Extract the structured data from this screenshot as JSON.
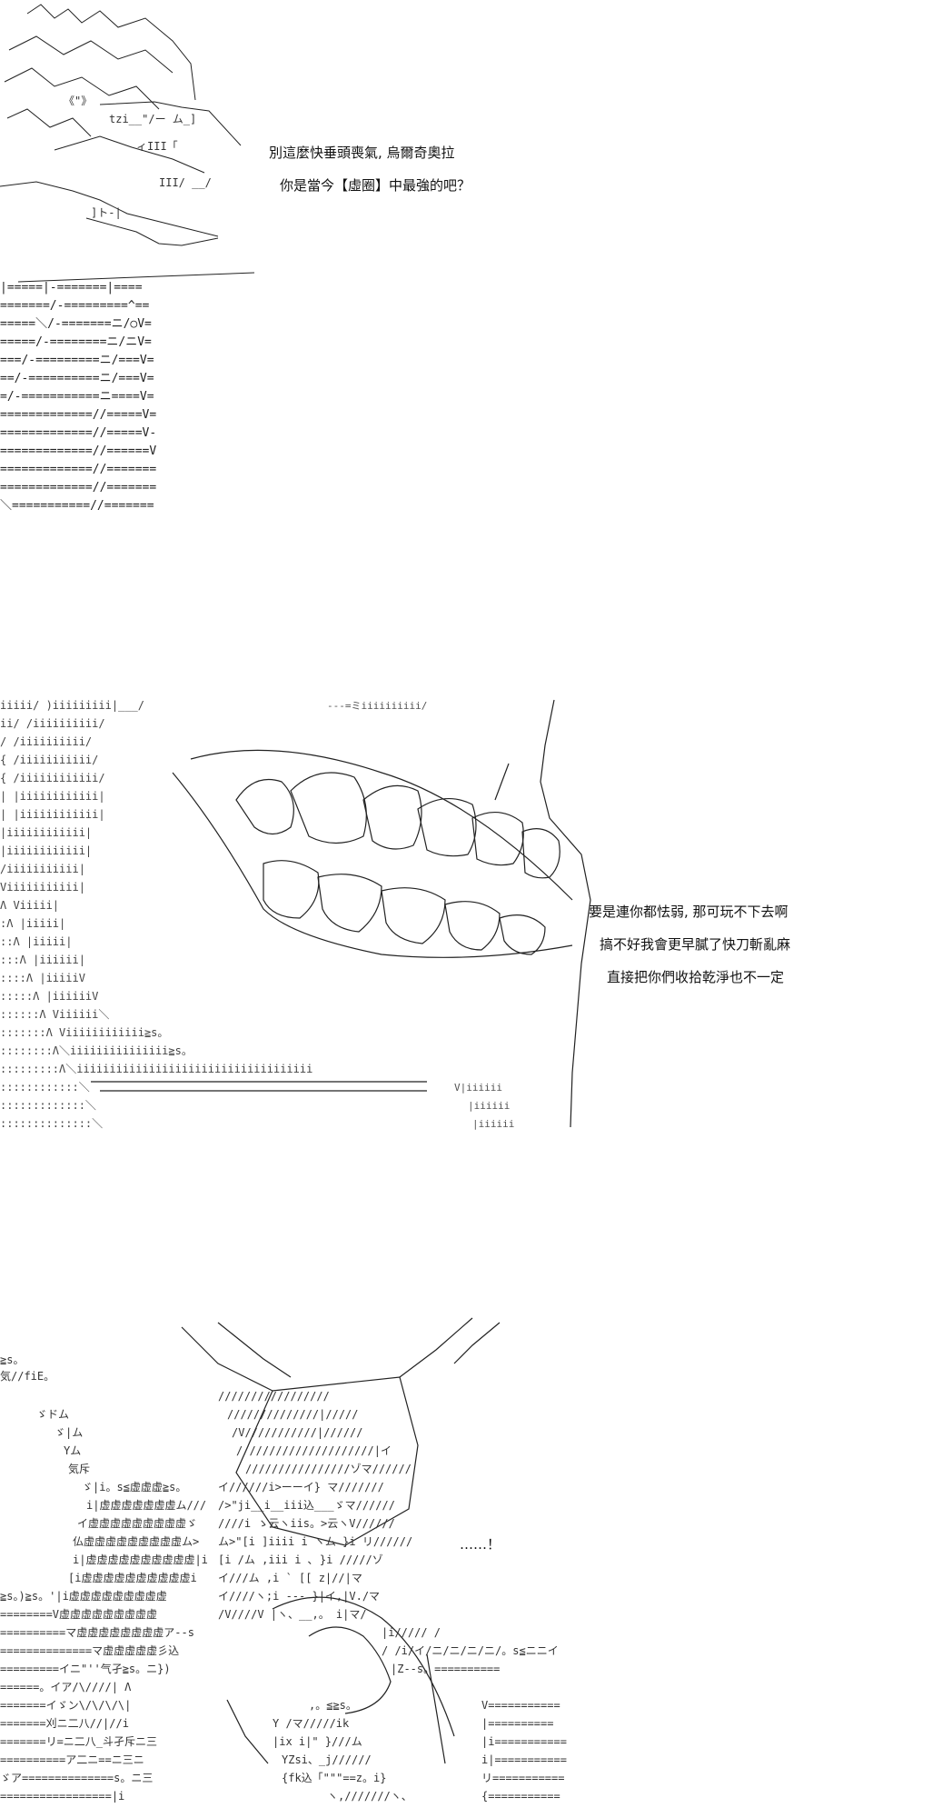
{
  "panels": [
    {
      "lines": [
        "別這麼快垂頭喪氣, 烏爾奇奧拉",
        "你是當今【虛圈】中最強的吧？"
      ]
    },
    {
      "lines": [
        "要是連你都怯弱, 那可玩不下去啊",
        "搞不好我會更早膩了快刀斬亂麻",
        "直接把你們收拾乾淨也不一定"
      ]
    },
    {
      "sfx": "……！"
    }
  ],
  "colors": {
    "ink": "#111111",
    "paper": "#ffffff"
  }
}
